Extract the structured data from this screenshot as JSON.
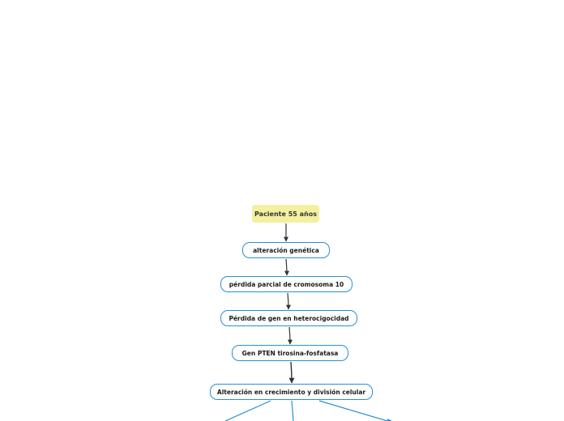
{
  "diagram": {
    "colors": {
      "root_fill": "#f5f0a0",
      "node_border": "#2a8fd0",
      "arrow": "#333333",
      "branch_line": "#2a8fd0"
    },
    "nodes": [
      {
        "id": "n0",
        "label": "Paciente 55 años"
      },
      {
        "id": "n1",
        "label": "alteración genética"
      },
      {
        "id": "n2",
        "label": "pérdida parcial de cromosoma 10"
      },
      {
        "id": "n3",
        "label": "Pérdida de gen en heterocigocidad"
      },
      {
        "id": "n4",
        "label": "Gen PTEN tirosina-fosfatasa"
      },
      {
        "id": "n5",
        "label": "Alteración en crecimiento y división celular"
      }
    ],
    "edges": [
      {
        "from": "n0",
        "to": "n1"
      },
      {
        "from": "n1",
        "to": "n2"
      },
      {
        "from": "n2",
        "to": "n3"
      },
      {
        "from": "n3",
        "to": "n4"
      },
      {
        "from": "n4",
        "to": "n5"
      }
    ]
  }
}
